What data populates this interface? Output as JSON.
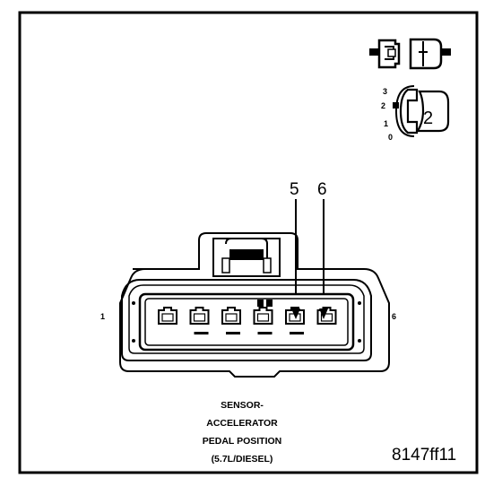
{
  "connector": {
    "pin_start_label": "1",
    "pin_end_label": "6",
    "callout_5": "5",
    "callout_6": "6",
    "pin_count": 6
  },
  "legend": {
    "position_labels": [
      "3",
      "2",
      "1",
      "0"
    ],
    "badge_number": "2"
  },
  "caption": {
    "line1": "SENSOR-",
    "line2": "ACCELERATOR",
    "line3": "PEDAL POSITION",
    "line4": "(5.7L/DIESEL)"
  },
  "figure_id": "8147ff11"
}
